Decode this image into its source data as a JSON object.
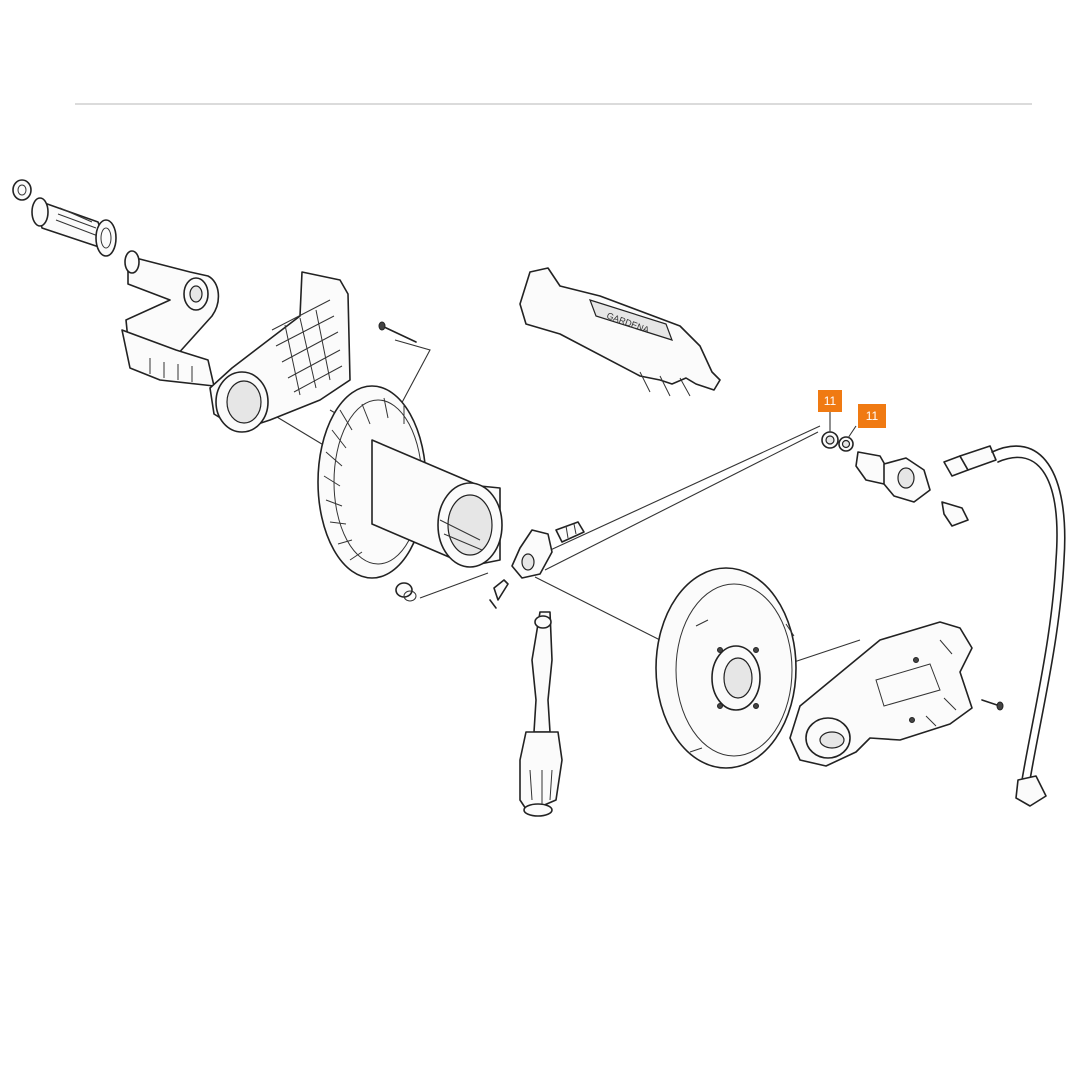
{
  "diagram": {
    "callouts": [
      {
        "id": "callout-a",
        "label": "11"
      },
      {
        "id": "callout-b",
        "label": "11"
      }
    ],
    "printed_marks": {
      "connector_brand": "GARDENA"
    }
  }
}
